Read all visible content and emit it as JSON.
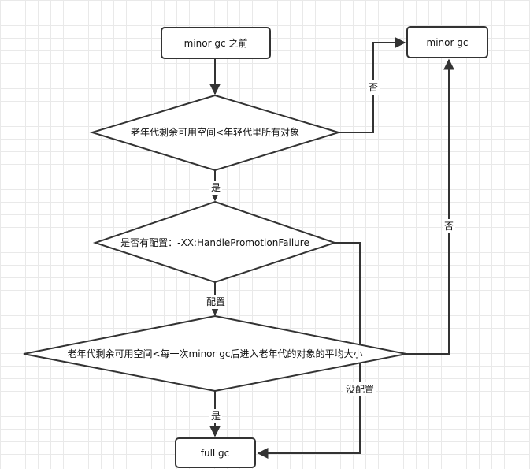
{
  "nodes": {
    "before_minor_gc": "minor gc 之前",
    "minor_gc": "minor gc",
    "decision_old_space": "老年代剩余可用空间<年轻代里所有对象",
    "decision_config": "是否有配置：-XX:HandlePromotionFailure",
    "decision_avg": "老年代剩余可用空间<每一次minor gc后进入老年代的对象的平均大小",
    "full_gc": "full gc"
  },
  "edges": {
    "no_top": "否",
    "yes_1": "是",
    "configured": "配置",
    "no_right": "否",
    "not_configured": "没配置",
    "yes_2": "是"
  },
  "colors": {
    "stroke": "#333333",
    "fill": "#ffffff",
    "grid": "#e9e9e9"
  }
}
